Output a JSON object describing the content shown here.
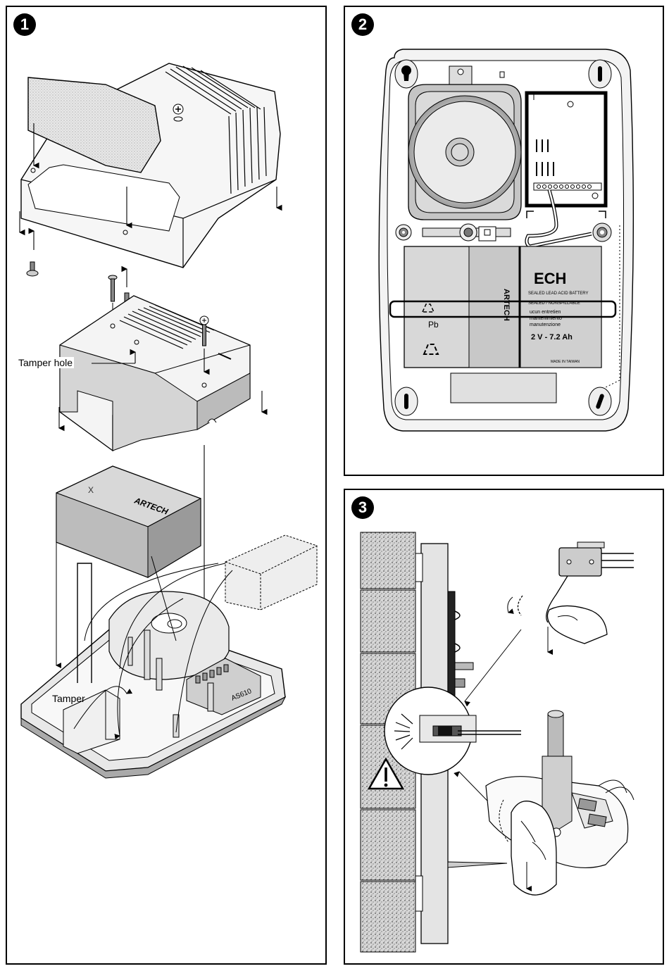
{
  "panels": [
    {
      "number": "1",
      "callouts": {
        "tamper_hole": "Tamper hole",
        "tamper": "Tamper"
      }
    },
    {
      "number": "2",
      "battery": {
        "brand": "ECH",
        "brand_side": "ARTECH",
        "pb": "Pb",
        "spec": "2 V - 7.2 Ah",
        "line1": "SEALED LEAD ACID BATTERY",
        "line2": "SEALED / NONSPILLABLE",
        "line3": "ucun entretien",
        "line4": "mantenimiento",
        "line5": "manutenzione",
        "made_in": "MADE IN TAIWAN"
      }
    },
    {
      "number": "3"
    }
  ],
  "panel1_battery_brand": "ARTECH",
  "panel1_board_label": "AS610",
  "icons": [
    "wall-plug-icon",
    "screw-icon",
    "recycle-icon",
    "warning-triangle-icon",
    "hand-icon",
    "microswitch-icon"
  ],
  "colors": {
    "line": "#000000",
    "shade": "#d0d0d0",
    "light": "#ececec",
    "dark": "#888888"
  }
}
